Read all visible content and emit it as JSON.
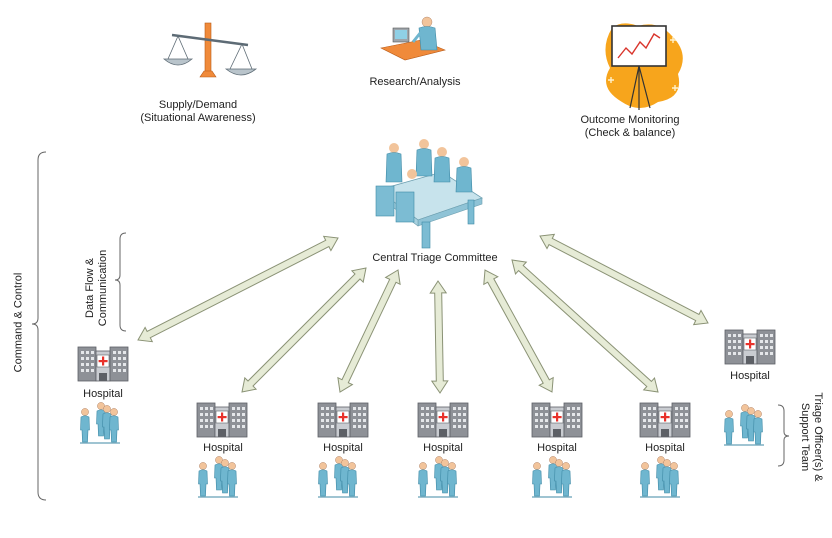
{
  "top": {
    "supply": [
      "Supply/Demand",
      "(Situational Awareness)"
    ],
    "research": "Research/Analysis",
    "outcome": [
      "Outcome Monitoring",
      "(Check  & balance)"
    ]
  },
  "committee_label": "Central Triage Committee",
  "side": {
    "command_control": "Command & Control",
    "data_flow": [
      "Data Flow &",
      "Communication"
    ],
    "triage_officers": [
      "Triage Officer(s) &",
      "Support Team"
    ]
  },
  "hospitals": [
    {
      "label": "Hospital"
    },
    {
      "label": "Hospital"
    },
    {
      "label": "Hospital"
    },
    {
      "label": "Hospital"
    },
    {
      "label": "Hospital"
    },
    {
      "label": "Hospital"
    },
    {
      "label": "Hospital"
    }
  ],
  "colors": {
    "arrow_fill": "#e6ebd6",
    "arrow_stroke": "#8a9275",
    "person": "#6fb6cf",
    "person_dark": "#3f8aa6",
    "building": "#9a9da3",
    "table": "#b9dbe6",
    "accent_orange": "#f39a1e"
  }
}
